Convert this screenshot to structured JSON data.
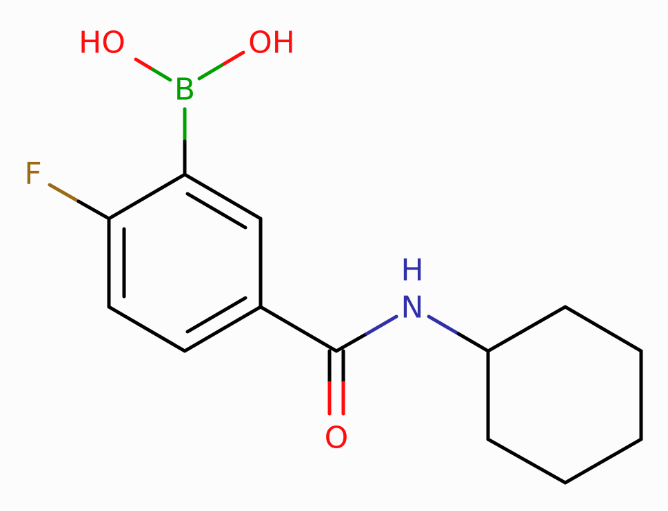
{
  "molecule": {
    "atoms": {
      "ho_left": {
        "text": "HO",
        "color": "#ff0d0d"
      },
      "oh_right": {
        "text": "OH",
        "color": "#ff0d0d"
      },
      "boron": {
        "text": "B",
        "color": "#00a000"
      },
      "fluorine": {
        "text": "F",
        "color": "#9a6a14"
      },
      "nitrogen": {
        "text": "N",
        "color": "#3030a8"
      },
      "amide_h": {
        "text": "H",
        "color": "#3030a8"
      },
      "carbonyl_o": {
        "text": "O",
        "color": "#ff0d0d"
      }
    },
    "colors": {
      "carbon_bond": "#000000",
      "background": "#fcfcfc"
    }
  }
}
